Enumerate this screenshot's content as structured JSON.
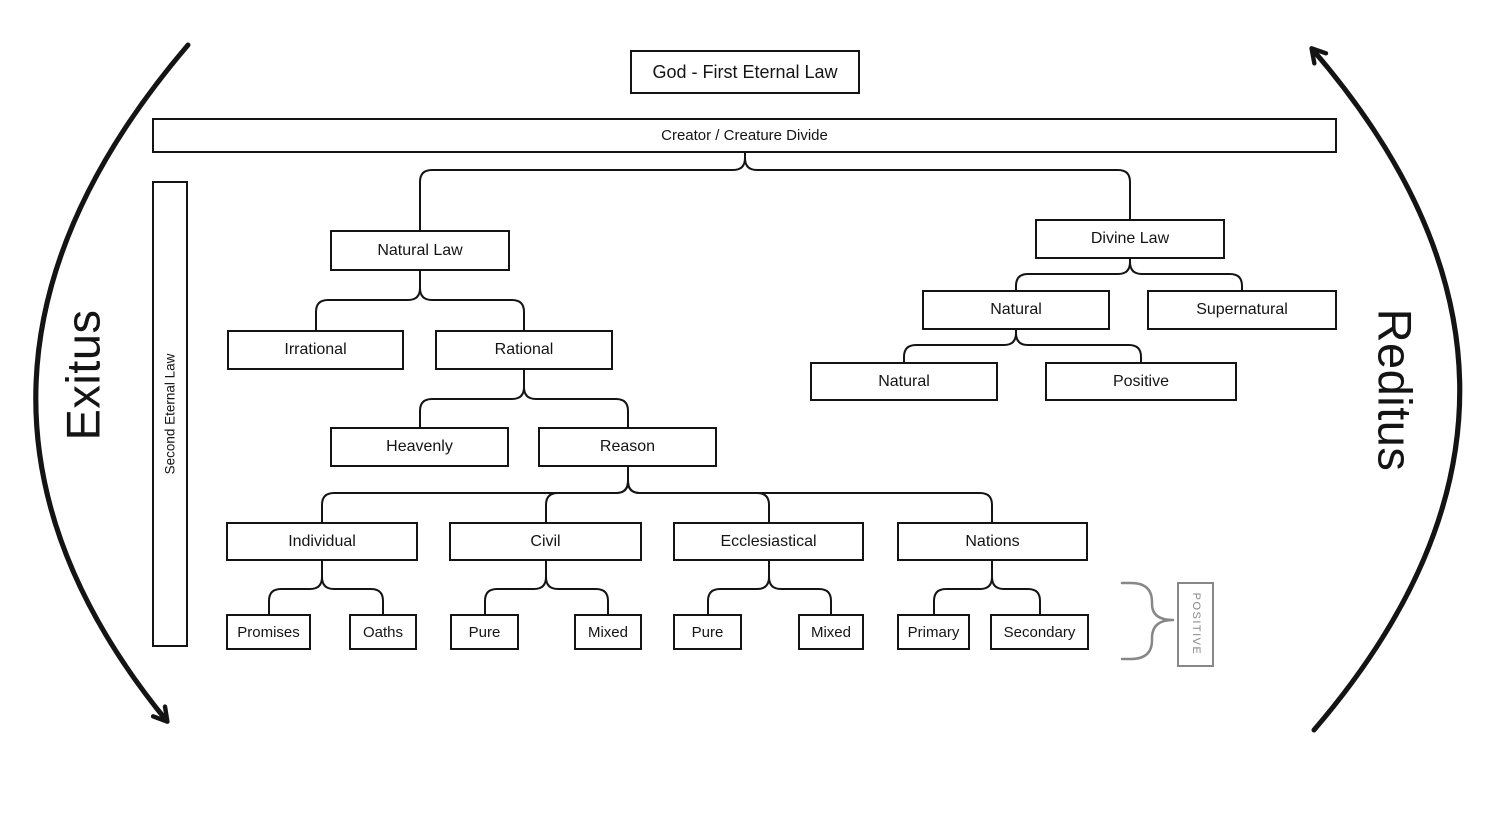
{
  "diagram": {
    "background": "#ffffff",
    "ink_color": "#141414",
    "muted_color": "#878787",
    "root_box": {
      "label": "God - First Eternal Law"
    },
    "divide_bar": {
      "label": "Creator / Creature Divide"
    },
    "side_bar": {
      "label": "Second Eternal Law"
    },
    "cycle": {
      "left": "Exitus",
      "right": "Reditus"
    },
    "positive_tag": {
      "label": "POSITIVE"
    },
    "nodes": {
      "natural_law": "Natural Law",
      "irrational": "Irrational",
      "rational": "Rational",
      "heavenly": "Heavenly",
      "reason": "Reason",
      "individual": "Individual",
      "civil": "Civil",
      "ecclesiastical": "Ecclesiastical",
      "nations": "Nations",
      "promises": "Promises",
      "oaths": "Oaths",
      "civil_pure": "Pure",
      "civil_mixed": "Mixed",
      "ecclesiastical_pure": "Pure",
      "ecclesiastical_mixed": "Mixed",
      "nations_primary": "Primary",
      "nations_secondary": "Secondary",
      "divine_law": "Divine Law",
      "divine_natural": "Natural",
      "divine_supernatural": "Supernatural",
      "divine_natural_natural": "Natural",
      "divine_natural_positive": "Positive"
    },
    "edges": [
      [
        "Creator / Creature Divide",
        "Natural Law"
      ],
      [
        "Creator / Creature Divide",
        "Divine Law"
      ],
      [
        "Natural Law",
        "Irrational"
      ],
      [
        "Natural Law",
        "Rational"
      ],
      [
        "Rational",
        "Heavenly"
      ],
      [
        "Rational",
        "Reason"
      ],
      [
        "Reason",
        "Individual"
      ],
      [
        "Reason",
        "Civil"
      ],
      [
        "Reason",
        "Ecclesiastical"
      ],
      [
        "Reason",
        "Nations"
      ],
      [
        "Individual",
        "Promises"
      ],
      [
        "Individual",
        "Oaths"
      ],
      [
        "Civil",
        "Pure"
      ],
      [
        "Civil",
        "Mixed"
      ],
      [
        "Ecclesiastical",
        "Pure"
      ],
      [
        "Ecclesiastical",
        "Mixed"
      ],
      [
        "Nations",
        "Primary"
      ],
      [
        "Nations",
        "Secondary"
      ],
      [
        "Divine Law",
        "Natural"
      ],
      [
        "Divine Law",
        "Supernatural"
      ],
      [
        "Natural",
        "Natural"
      ],
      [
        "Natural",
        "Positive"
      ]
    ]
  }
}
